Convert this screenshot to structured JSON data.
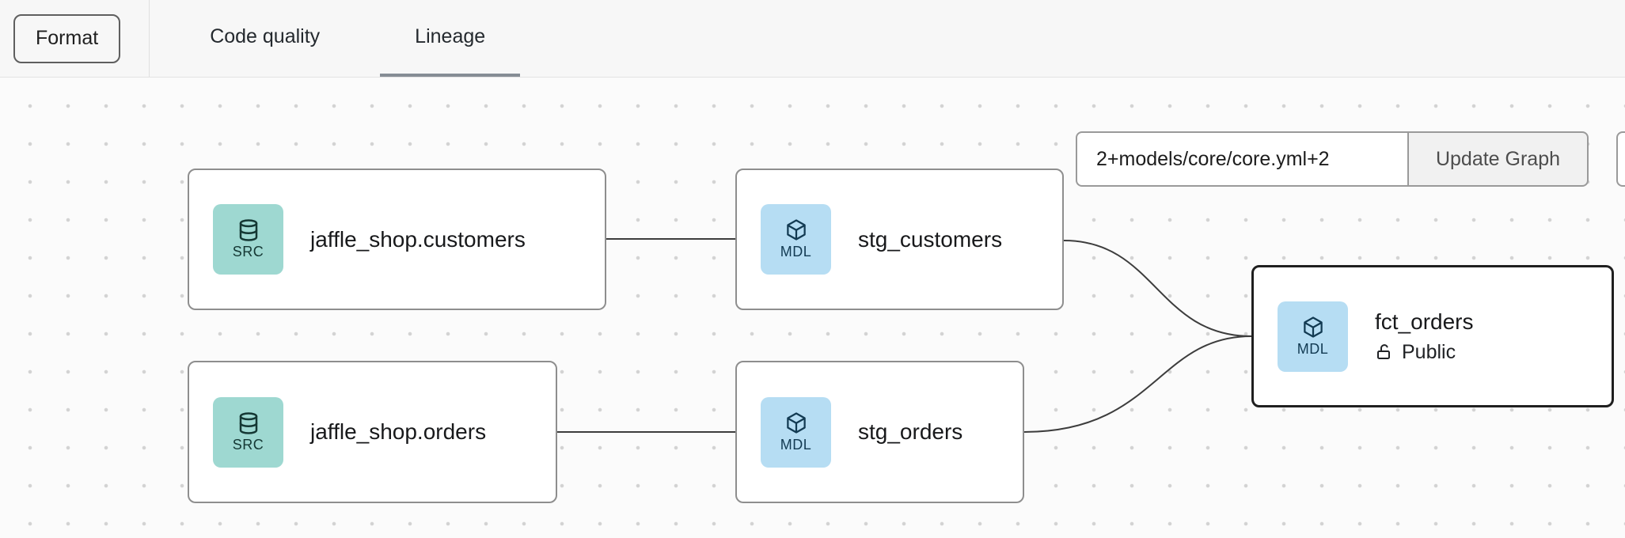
{
  "toolbar": {
    "format_label": "Format",
    "tabs": [
      {
        "label": "Code quality",
        "active": false
      },
      {
        "label": "Lineage",
        "active": true
      }
    ]
  },
  "controls": {
    "selector_value": "2+models/core/core.yml+2",
    "update_button_label": "Update Graph"
  },
  "nodes": [
    {
      "label": "jaffle_shop.customers",
      "badge": "SRC",
      "type": "source"
    },
    {
      "label": "stg_customers",
      "badge": "MDL",
      "type": "model"
    },
    {
      "label": "jaffle_shop.orders",
      "badge": "SRC",
      "type": "source"
    },
    {
      "label": "stg_orders",
      "badge": "MDL",
      "type": "model"
    },
    {
      "label": "fct_orders",
      "badge": "MDL",
      "type": "model",
      "access": "Public",
      "selected": true
    }
  ],
  "edges": [
    {
      "from": "jaffle_shop.customers",
      "to": "stg_customers"
    },
    {
      "from": "jaffle_shop.orders",
      "to": "stg_orders"
    },
    {
      "from": "stg_customers",
      "to": "fct_orders"
    },
    {
      "from": "stg_orders",
      "to": "fct_orders"
    }
  ],
  "colors": {
    "source_badge_bg": "#9ed8d1",
    "model_badge_bg": "#b6ddf3",
    "selected_border": "#1f1f1f",
    "node_border": "#8e8e8e",
    "tab_underline": "#868d95",
    "edge": "#3d3d3d"
  }
}
